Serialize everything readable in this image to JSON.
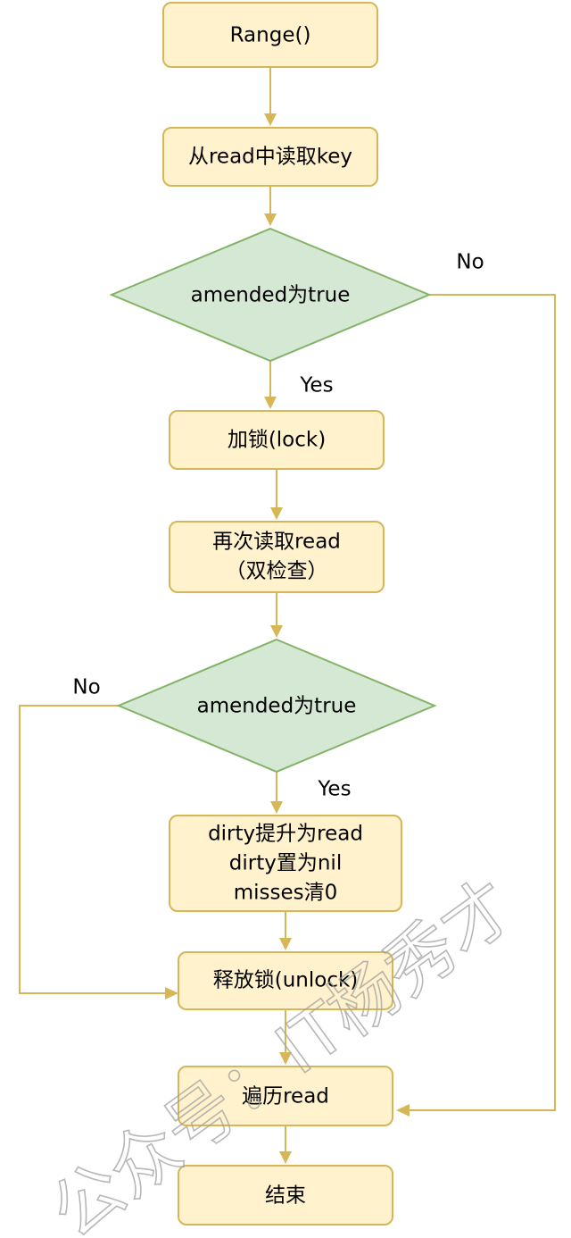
{
  "nodes": {
    "start": "Range()",
    "read_key": "从read中读取key",
    "check1": "amended为true",
    "lock": "加锁(lock)",
    "reread_line1": "再次读取read",
    "reread_line2": "（双检查）",
    "check2": "amended为true",
    "promote_line1": "dirty提升为read",
    "promote_line2": "dirty置为nil",
    "promote_line3": "misses清0",
    "unlock": "释放锁(unlock)",
    "iterate": "遍历read",
    "end": "结束"
  },
  "edge_labels": {
    "check1_yes": "Yes",
    "check1_no": "No",
    "check2_yes": "Yes",
    "check2_no": "No"
  },
  "watermark": "公众号：IT杨秀才",
  "colors": {
    "process_fill": "#fff2cc",
    "process_stroke": "#d6b656",
    "decision_fill": "#d5e8d4",
    "decision_stroke": "#82b366",
    "edge": "#d6b656"
  }
}
